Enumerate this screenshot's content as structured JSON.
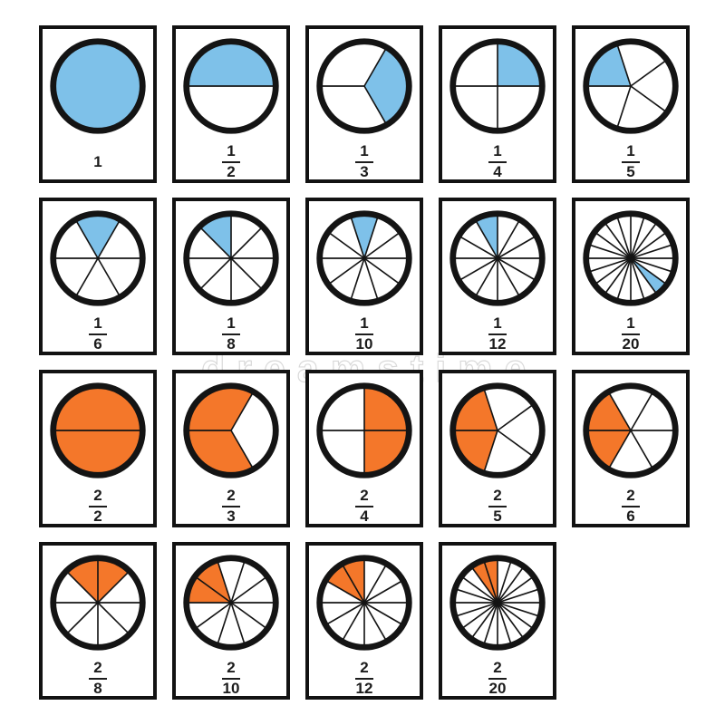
{
  "colors": {
    "blue": "#7EC1E9",
    "orange": "#F4772A",
    "stroke": "#141414"
  },
  "watermark": {
    "text": "dreamstime"
  },
  "rows": [
    [
      {
        "numerator": "1",
        "denominator": null,
        "value": "1",
        "parts": 1,
        "start_angle": 0,
        "shaded": [
          0
        ],
        "fill": "blue"
      },
      {
        "numerator": "1",
        "denominator": "2",
        "value": "1/2",
        "parts": 2,
        "start_angle": 0,
        "shaded": [
          0
        ],
        "fill": "blue"
      },
      {
        "numerator": "1",
        "denominator": "3",
        "value": "1/3",
        "parts": 3,
        "start_angle": 60,
        "shaded": [
          2
        ],
        "fill": "blue"
      },
      {
        "numerator": "1",
        "denominator": "4",
        "value": "1/4",
        "parts": 4,
        "start_angle": 0,
        "shaded": [
          0
        ],
        "fill": "blue"
      },
      {
        "numerator": "1",
        "denominator": "5",
        "value": "1/5",
        "parts": 5,
        "start_angle": 36,
        "shaded": [
          1
        ],
        "fill": "blue"
      }
    ],
    [
      {
        "numerator": "1",
        "denominator": "6",
        "value": "1/6",
        "parts": 6,
        "start_angle": 0,
        "shaded": [
          1
        ],
        "fill": "blue"
      },
      {
        "numerator": "1",
        "denominator": "8",
        "value": "1/8",
        "parts": 8,
        "start_angle": 0,
        "shaded": [
          2
        ],
        "fill": "blue"
      },
      {
        "numerator": "1",
        "denominator": "10",
        "value": "1/10",
        "parts": 10,
        "start_angle": 0,
        "shaded": [
          2
        ],
        "fill": "blue"
      },
      {
        "numerator": "1",
        "denominator": "12",
        "value": "1/12",
        "parts": 12,
        "start_angle": 0,
        "shaded": [
          3
        ],
        "fill": "blue"
      },
      {
        "numerator": "1",
        "denominator": "20",
        "value": "1/20",
        "parts": 20,
        "start_angle": 0,
        "shaded": [
          17
        ],
        "fill": "blue"
      }
    ],
    [
      {
        "numerator": "2",
        "denominator": "2",
        "value": "2/2",
        "parts": 2,
        "start_angle": 0,
        "shaded": [
          0,
          1
        ],
        "fill": "orange"
      },
      {
        "numerator": "2",
        "denominator": "3",
        "value": "2/3",
        "parts": 3,
        "start_angle": 60,
        "shaded": [
          0,
          1
        ],
        "fill": "orange"
      },
      {
        "numerator": "2",
        "denominator": "4",
        "value": "2/4",
        "parts": 4,
        "start_angle": 0,
        "shaded": [
          0,
          3
        ],
        "fill": "orange"
      },
      {
        "numerator": "2",
        "denominator": "5",
        "value": "2/5",
        "parts": 5,
        "start_angle": 36,
        "shaded": [
          1,
          2
        ],
        "fill": "orange"
      },
      {
        "numerator": "2",
        "denominator": "6",
        "value": "2/6",
        "parts": 6,
        "start_angle": 0,
        "shaded": [
          2,
          3
        ],
        "fill": "orange"
      }
    ],
    [
      {
        "numerator": "2",
        "denominator": "8",
        "value": "2/8",
        "parts": 8,
        "start_angle": 0,
        "shaded": [
          1,
          2
        ],
        "fill": "orange"
      },
      {
        "numerator": "2",
        "denominator": "10",
        "value": "2/10",
        "parts": 10,
        "start_angle": 0,
        "shaded": [
          3,
          4
        ],
        "fill": "orange"
      },
      {
        "numerator": "2",
        "denominator": "12",
        "value": "2/12",
        "parts": 12,
        "start_angle": 0,
        "shaded": [
          3,
          4
        ],
        "fill": "orange"
      },
      {
        "numerator": "2",
        "denominator": "20",
        "value": "2/20",
        "parts": 20,
        "start_angle": 0,
        "shaded": [
          5,
          6
        ],
        "fill": "orange"
      }
    ]
  ]
}
